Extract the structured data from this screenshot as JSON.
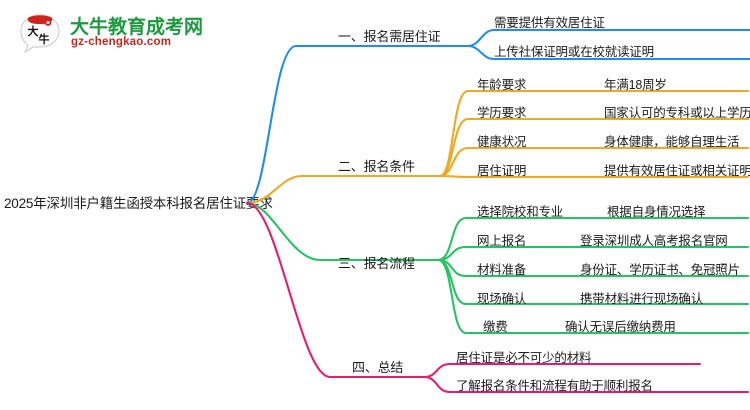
{
  "logo": {
    "mark_icon": "speech-bubble-daniu-icon",
    "name_cn": "大牛教育成考网",
    "domain": "gz-chengkao.com",
    "color_cn": "#1a9a3c",
    "color_domain": "#d0241b"
  },
  "mindmap": {
    "root": "2025年深圳非户籍生函授本科报名居住证要求",
    "branches": [
      {
        "label": "一、报名需居住证",
        "color": "#1e8fe8",
        "children": [
          {
            "key": "需要提供有效居住证",
            "value": ""
          },
          {
            "key": "上传社保证明或在校就读证明",
            "value": ""
          }
        ]
      },
      {
        "label": "二、报名条件",
        "color": "#efa821",
        "children": [
          {
            "key": "年龄要求",
            "value": "年满18周岁"
          },
          {
            "key": "学历要求",
            "value": "国家认可的专科或以上学历"
          },
          {
            "key": "健康状况",
            "value": "身体健康，能够自理生活"
          },
          {
            "key": "居住证明",
            "value": "提供有效居住证或相关证明"
          }
        ]
      },
      {
        "label": "三、报名流程",
        "color": "#25c463",
        "children": [
          {
            "key": "选择院校和专业",
            "value": "根据自身情况选择"
          },
          {
            "key": "网上报名",
            "value": "登录深圳成人高考报名官网"
          },
          {
            "key": "材料准备",
            "value": "身份证、学历证书、免冠照片"
          },
          {
            "key": "现场确认",
            "value": "携带材料进行现场确认"
          },
          {
            "key": "缴费",
            "value": "确认无误后缴纳费用"
          }
        ]
      },
      {
        "label": "四、总结",
        "color": "#ec1a6e",
        "children": [
          {
            "key": "居住证是必不可少的材料",
            "value": ""
          },
          {
            "key": "了解报名条件和流程有助于顺利报名",
            "value": ""
          }
        ]
      }
    ]
  }
}
